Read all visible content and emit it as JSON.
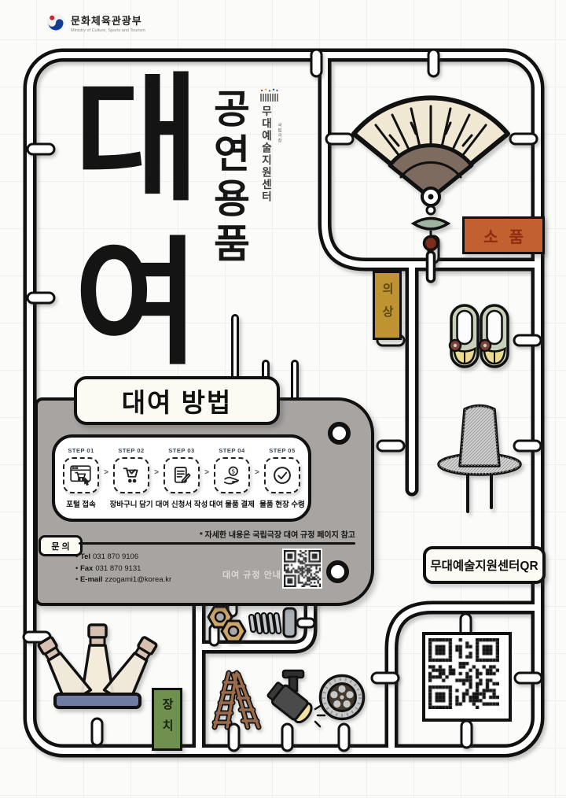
{
  "header": {
    "gov_name": "문화체육관광부",
    "gov_name_en": "Ministry of Culture, Sports and Tourism"
  },
  "title": {
    "char1": "대",
    "char2": "여",
    "subtitle": "공연용품",
    "org_name": "무대예술지원센터",
    "org_small": "국립극장"
  },
  "tags": {
    "props": "소품",
    "costume": "의상",
    "device": "장치"
  },
  "rental_method": {
    "title": "대여 방법",
    "separator": ">",
    "currency_symbol": "$",
    "steps": [
      {
        "step": "STEP 01",
        "label": "포털 접속",
        "icon": "browser-cart-icon"
      },
      {
        "step": "STEP 02",
        "label": "장바구니 담기",
        "icon": "cart-check-icon"
      },
      {
        "step": "STEP 03",
        "label": "대여 신청서 작성",
        "icon": "document-pencil-icon"
      },
      {
        "step": "STEP 04",
        "label": "대여 물품 결제",
        "icon": "hand-coin-icon"
      },
      {
        "step": "STEP 05",
        "label": "물품 현장 수령",
        "icon": "check-circle-icon"
      }
    ],
    "note": "* 자세한 내용은 국립극장 대여 규정 페이지 참고",
    "inquiry": {
      "label": "문 의",
      "tel_label": "Tel",
      "tel": "031 870 9106",
      "fax_label": "Fax",
      "fax": "031 870 9131",
      "email_label": "E-mail",
      "email": "zzogami1@korea.kr"
    },
    "qr_caption": "대여 규정 안내",
    "qr_caption_suffix": "QR:"
  },
  "qr_section": {
    "label": "무대예술지원센터QR"
  },
  "illustrations": [
    "fan-icon",
    "traditional-shoes-icon",
    "gat-hat-icon",
    "stage-lights-icon",
    "hex-nuts-icon",
    "bolt-icon",
    "ladder-icon",
    "spotlight-icon",
    "wheel-icon",
    "qr-code",
    "sprue-runners",
    "sprue-gates"
  ],
  "colors": {
    "props_bg": "#c2602f",
    "props_text": "#8f2c12",
    "costume_bg": "#bf9232",
    "device_bg": "#70904f",
    "panel_bg": "#a7a4a1",
    "step_no": "#3b4559",
    "light_base": "#6d7ca0",
    "outline": "#111111"
  }
}
